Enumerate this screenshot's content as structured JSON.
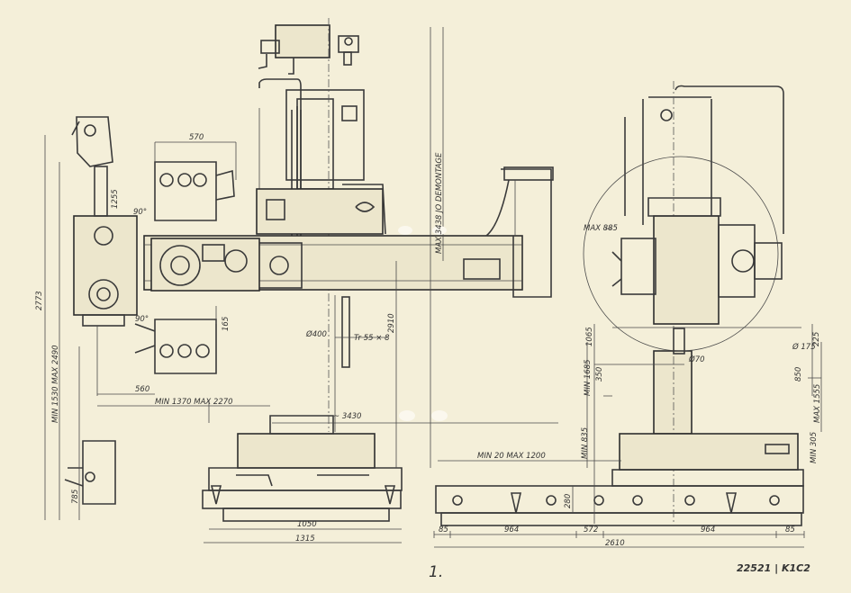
{
  "figure_number": "1.",
  "drawing_reference": "22521 | K1C2",
  "dimensions": {
    "left_view": {
      "d570": "570",
      "d560": "560",
      "min1370_max2270": "MIN 1370  MAX 2270",
      "d3430": "~ 3430",
      "d2773": "2773",
      "min1530_max2490": "MIN 1530   MAX 2490",
      "d2910": "2910",
      "max3438_demontage": "MAX 3438  JO DEMONTAGE",
      "d785": "785",
      "d1050": "1050",
      "d1315": "1315",
      "dia400": "Ø400",
      "thread": "Tr 55 × 8",
      "d165": "165",
      "d1255": "1255",
      "a90a": "90°",
      "a90b": "90°"
    },
    "right_view": {
      "max885": "MAX 885",
      "min20_max1200": "MIN 20        MAX 1200",
      "min835": "MIN 835",
      "d280": "280",
      "d85a": "85",
      "d964a": "964",
      "d572": "572",
      "d964b": "964",
      "d85b": "85",
      "d2610": "2610",
      "d1065": "1065",
      "dia70": "Ø70",
      "d350": "350",
      "min1685": "MIN 1685",
      "max1555": "MAX 1555",
      "min305": "MIN 305",
      "d850": "850",
      "d175": "Ø 175",
      "d225": "225"
    }
  }
}
